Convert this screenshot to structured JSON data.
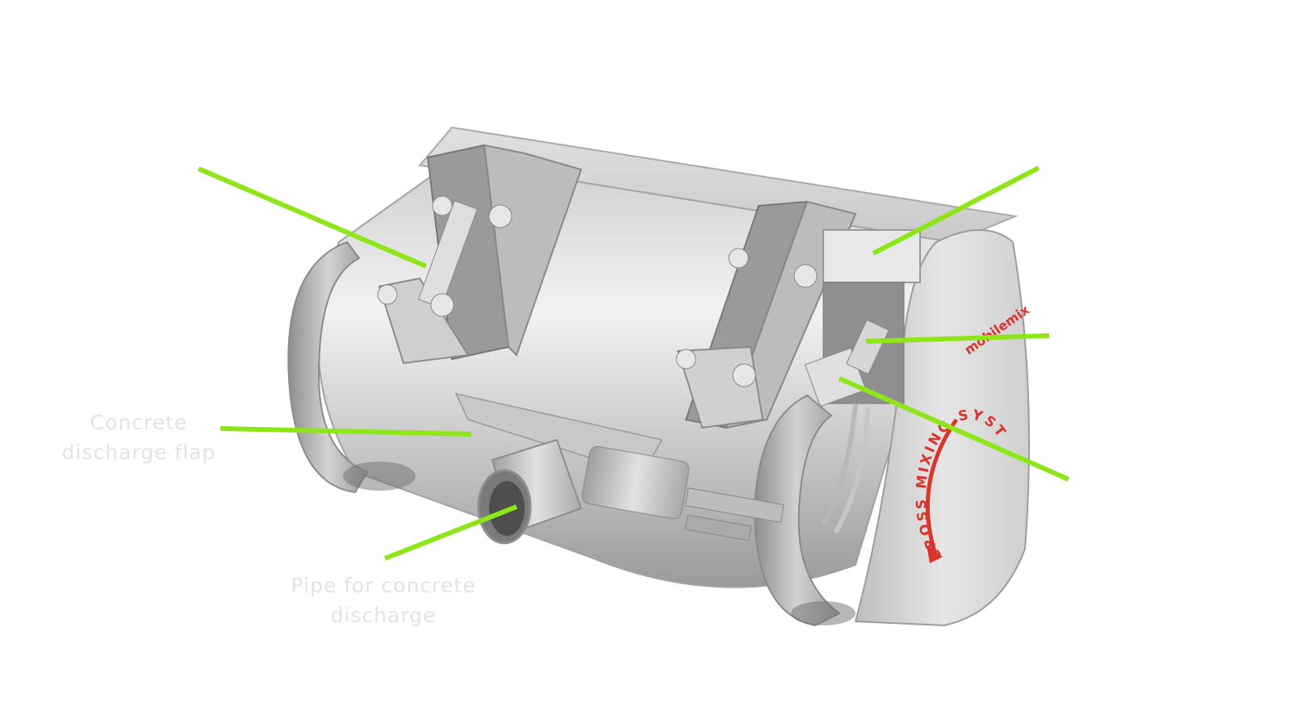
{
  "labels": {
    "discharge_flap": {
      "line1": "Concrete",
      "line2": "discharge flap"
    },
    "discharge_pipe": {
      "line1": "Pipe for concrete",
      "line2": "discharge"
    }
  },
  "drum_marking": {
    "brand": "mobilemix",
    "ring_text": "CROSS MIXING SYSTEM"
  },
  "colors": {
    "callout_line": "#8ee61a",
    "label_text": "#e3e3e3",
    "steel_light": "#dcdcdc",
    "steel_mid": "#b8b8b8",
    "steel_dark": "#7c7c7c",
    "emblem_red": "#d9352b"
  }
}
